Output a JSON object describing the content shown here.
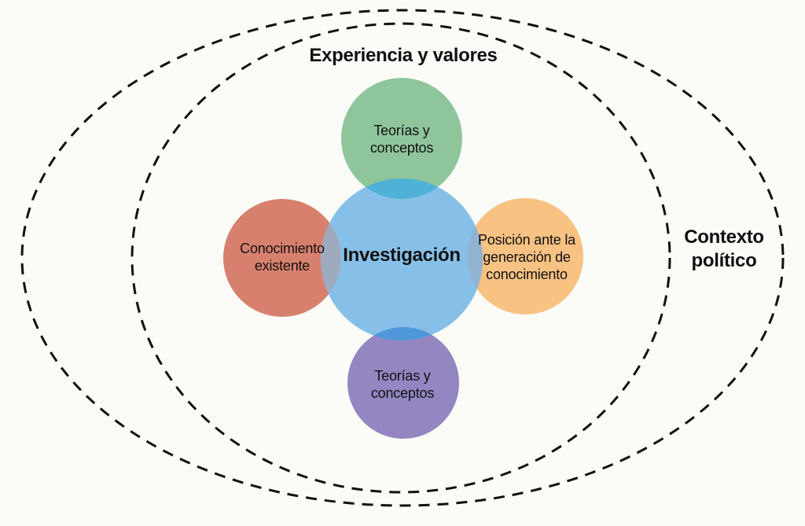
{
  "colors": {
    "background": "#FBFBF7",
    "ink": "#111111",
    "dashed_line": "#111111",
    "circle_blue": "#86C0E8",
    "circle_green": "#8FC59B",
    "circle_red": "#D8806E",
    "circle_orange": "#F8C283",
    "circle_purple": "#9386C1",
    "overlap_blue_green": "#4EB1D5",
    "overlap_blue_red": "#9EABBF",
    "overlap_blue_orange": "#92B3CF",
    "overlap_blue_purple": "#4E97DA"
  },
  "labels": {
    "inner_ellipse": {
      "text": "Experiencia y valores"
    },
    "outer_ellipse": {
      "lines": [
        "Contexto",
        "político"
      ]
    },
    "center_circle": {
      "text": "Investigación"
    },
    "top_circle": {
      "lines": [
        "Teorías y",
        "conceptos"
      ]
    },
    "left_circle": {
      "lines": [
        "Conocimiento",
        "existente"
      ]
    },
    "right_circle": {
      "lines": [
        "Posición ante la",
        "generación de",
        "conocimiento"
      ]
    },
    "bottom_circle": {
      "lines": [
        "Teorías y",
        "conceptos"
      ]
    }
  }
}
